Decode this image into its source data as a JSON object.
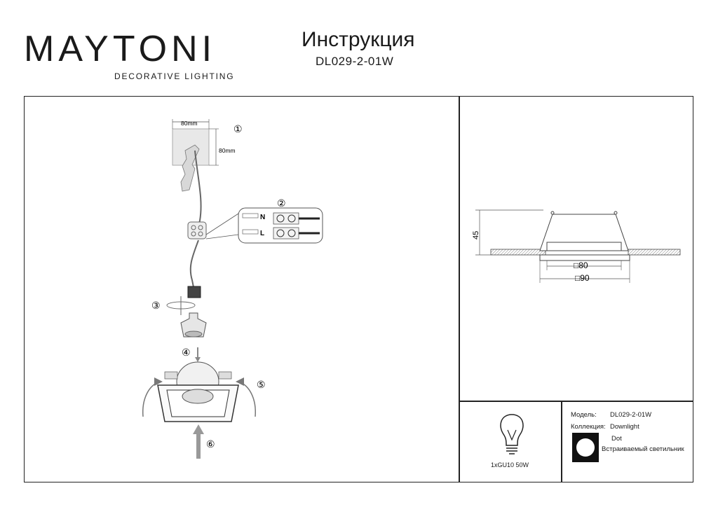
{
  "brand": {
    "logo_text": "MAYTONI",
    "tagline": "DECORATIVE LIGHTING"
  },
  "header": {
    "title": "Инструкция",
    "model": "DL029-2-01W"
  },
  "install": {
    "cut_width": "80mm",
    "cut_height": "80mm",
    "steps": [
      "①",
      "②",
      "③",
      "④",
      "⑤",
      "⑥"
    ],
    "wire_labels": [
      "N",
      "L"
    ]
  },
  "dimensions": {
    "height": "45",
    "inner": "□80",
    "outer": "□90"
  },
  "lamp": {
    "spec": "1xGU10 50W"
  },
  "specs": {
    "model_label": "Модель:",
    "model_value": "DL029-2-01W",
    "collection_label": "Коллекция:",
    "collection_value": "Downlight",
    "series": "Dot",
    "type": "Встраиваемый светильник"
  }
}
